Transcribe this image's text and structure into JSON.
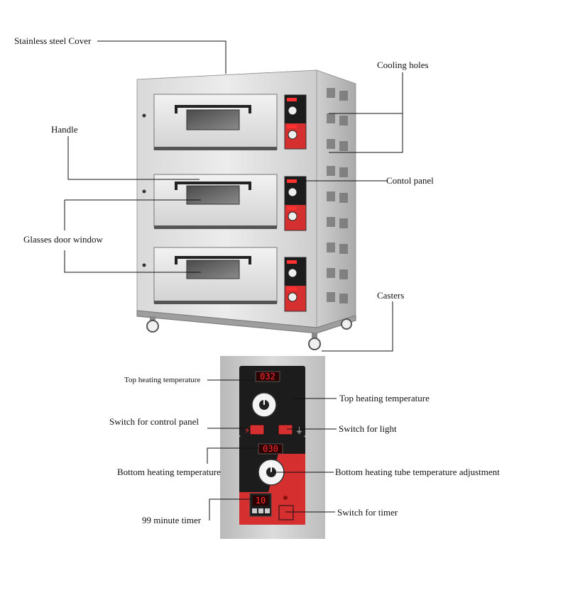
{
  "labels": {
    "cover": "Stainless steel Cover",
    "cooling": "Cooling holes",
    "handle": "Handle",
    "control_panel": "Contol panel",
    "glass_window": "Glasses door window",
    "casters": "Casters",
    "panel_top_temp_left": "Top heating temperature",
    "panel_top_temp_right": "Top heating temperature",
    "panel_switch_control": "Switch for control panel",
    "panel_switch_light": "Switch for light",
    "panel_bottom_temp": "Bottom heating temperature",
    "panel_bottom_adjust": "Bottom heating tube temperature adjustment",
    "panel_timer": "99 minute timer",
    "panel_switch_timer": "Switch for timer"
  },
  "displays": {
    "top_temp": "032",
    "bottom_temp": "030",
    "timer": "10"
  },
  "colors": {
    "steel_light": "#e4e4e4",
    "steel_mid": "#c9c9c9",
    "steel_dark": "#9a9a9a",
    "panel_red": "#d62f2f",
    "panel_black": "#1c1c1c",
    "led_red": "#ff3030"
  }
}
